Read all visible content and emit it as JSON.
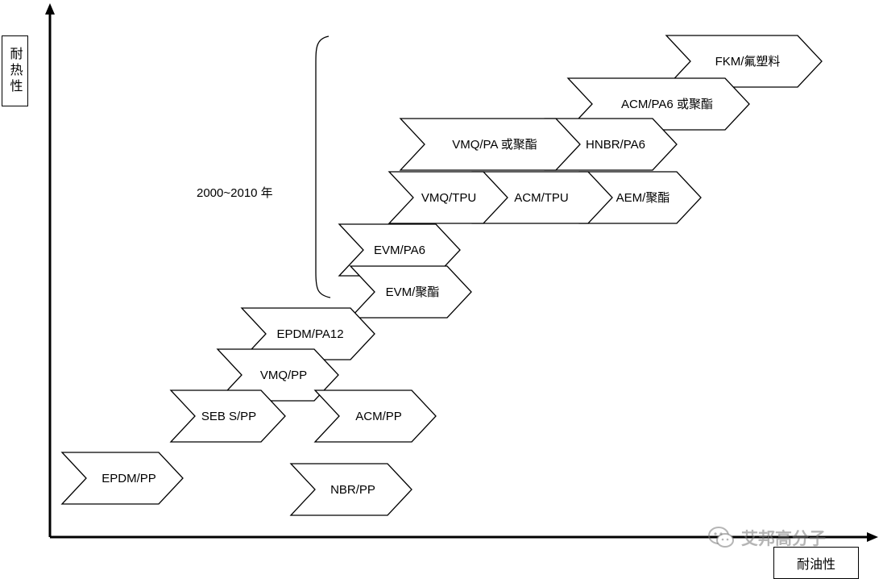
{
  "y_axis_label": "耐热性",
  "x_axis_label": "耐油性",
  "era_label": "2000~2010 年",
  "watermark_text": "艾邦高分子",
  "materials": [
    "FKM/氟塑料",
    "ACM/PA6 或聚酯",
    "VMQ/PA 或聚酯",
    "HNBR/PA6",
    "VMQ/TPU",
    "ACM/TPU",
    "AEM/聚酯",
    "EVM/PA6",
    "EVM/聚酯",
    "EPDM/PA12",
    "VMQ/PP",
    "SEB S/PP",
    "ACM/PP",
    "EPDM/PP",
    "NBR/PP"
  ],
  "colors": {
    "line": "#000000",
    "fill": "#ffffff"
  }
}
